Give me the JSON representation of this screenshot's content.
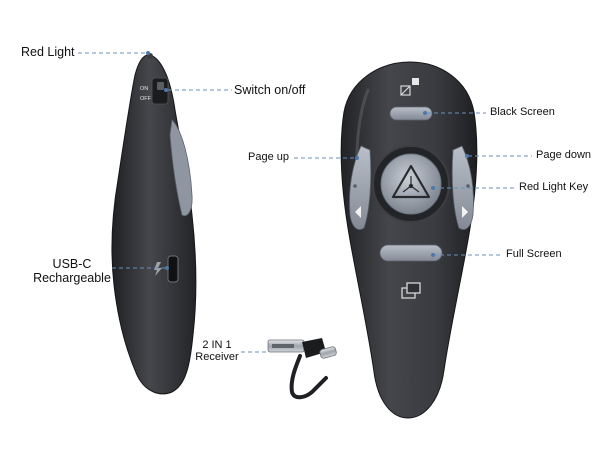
{
  "labels": {
    "red_light": "Red Light",
    "switch": "Switch on/off",
    "switch_on": "ON",
    "switch_off": "OFF",
    "usb_c_line1": "USB-C",
    "usb_c_line2": "Rechargeable",
    "receiver_line1": "2 IN 1",
    "receiver_line2": "Receiver",
    "black_screen": "Black Screen",
    "page_up": "Page up",
    "page_down": "Page down",
    "red_light_key": "Red Light Key",
    "full_screen": "Full Screen"
  },
  "colors": {
    "body": "#2f3033",
    "body_highlight": "#4a4b4f",
    "button_grey": "#8f96a1",
    "button_light": "#b8bec7",
    "leader": "#6b8fb8",
    "dot": "#4f78a8"
  }
}
